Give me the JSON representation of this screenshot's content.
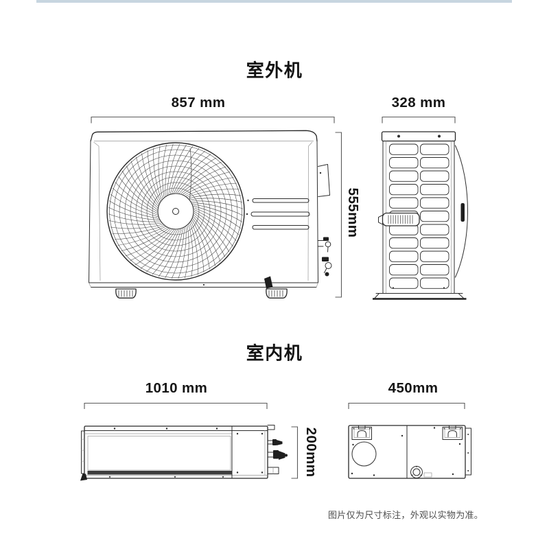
{
  "page": {
    "accent_bar_color": "#c7d5e0",
    "background_color": "#ffffff"
  },
  "outdoor_section": {
    "title": "室外机",
    "front_view": {
      "width_label": "857 mm",
      "height_label": "555mm"
    },
    "side_view": {
      "depth_label": "328 mm"
    }
  },
  "indoor_section": {
    "title": "室内机",
    "front_view": {
      "width_label": "1010 mm",
      "height_label": "200mm"
    },
    "bottom_view": {
      "width_label": "450mm"
    }
  },
  "footnote": "图片仅为尺寸标注，外观以实物为准。"
}
